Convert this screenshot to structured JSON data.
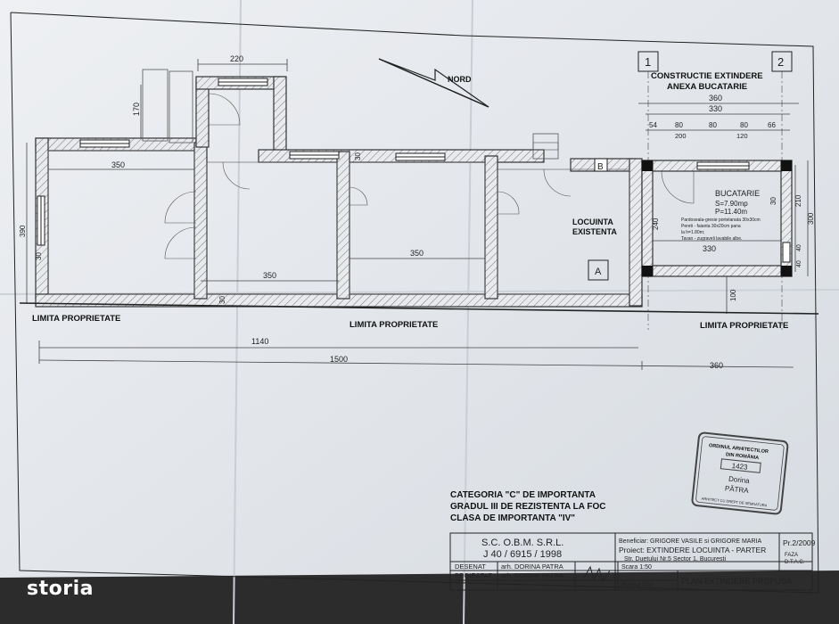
{
  "plan": {
    "north_label": "NORD",
    "axis_1": "1",
    "axis_2": "2",
    "title_extension": "CONSTRUCTIE EXTINDERE",
    "subtitle_extension": "ANEXA BUCATARIE",
    "dims": {
      "d360_top": "360",
      "d330_top": "330",
      "d54": "54",
      "d80a": "80",
      "d200": "200",
      "d80b": "80",
      "d80c": "80",
      "d120": "120",
      "d66": "66",
      "d220": "220",
      "d170": "170",
      "d350_left": "350",
      "d390": "390",
      "d30_left": "30",
      "d30_mid": "30",
      "d30_bottom": "30",
      "d350_mid": "350",
      "d350_right": "350",
      "d240": "240",
      "d330_kitchen": "330",
      "d210": "210",
      "d300": "300",
      "d30_k": "30",
      "d40a": "40",
      "d40b": "40",
      "d100": "100",
      "d1140": "1140",
      "d1500": "1500",
      "d360_bottom": "360"
    },
    "room_kitchen": "BUCATARIE",
    "kitchen_area": "S=7.90mp",
    "kitchen_perimeter": "P=11.40m",
    "kitchen_note_1": "Pardoseala-gresie portelanata 30x30cm",
    "kitchen_note_2": "Pereti - faianta 30x20cm pana",
    "kitchen_note_3": "la h=1.80m;",
    "kitchen_note_4": "Tavan - zugraveli lavabile albe.",
    "existing_1": "LOCUINTA",
    "existing_2": "EXISTENTA",
    "mark_a": "A",
    "mark_b": "B",
    "limit_1": "LIMITA PROPRIETATE",
    "limit_2": "LIMITA PROPRIETATE",
    "limit_3": "LIMITA PROPRIETATE",
    "cat_1": "CATEGORIA \"C\" DE IMPORTANTA",
    "cat_2": "GRADUL III DE REZISTENTA LA FOC",
    "cat_3": "CLASA DE IMPORTANTA \"IV\""
  },
  "stamp": {
    "line1": "ORDINUL ARHITECTILOR",
    "line2": "DIN ROMÂNIA",
    "number": "1423",
    "name1": "Dorina",
    "name2": "PĂTRA",
    "foot": "ARHITECT CU DREPT DE SEMNATURA"
  },
  "titleblock": {
    "company": "S.C. O.B.M. S.R.L.",
    "reg": "J 40 / 6915 / 1998",
    "beneficiary": "Beneficiar: GRIGORE VASILE si GRIGORE MARIA",
    "project": "Proiect: EXTINDERE LOCUINTA - PARTER",
    "address": "Str. Duetului  Nr.5  Sector 1, Bucuresti",
    "pr": "Pr.2/2009",
    "phase": "FAZA",
    "phase_val": "D.T.A.C.",
    "desenat_label": "DESENAT",
    "desenat_name": "arh. DORINA PATRA",
    "proiectat_label": "PROIECTAT",
    "proiectat_name": "arh. DORINA PATRA",
    "scale": "Scara 1:50",
    "sheet": "Plansa A02",
    "drawing": "PLAN EXTINDERE PROPUSA"
  },
  "watermark": "storia"
}
